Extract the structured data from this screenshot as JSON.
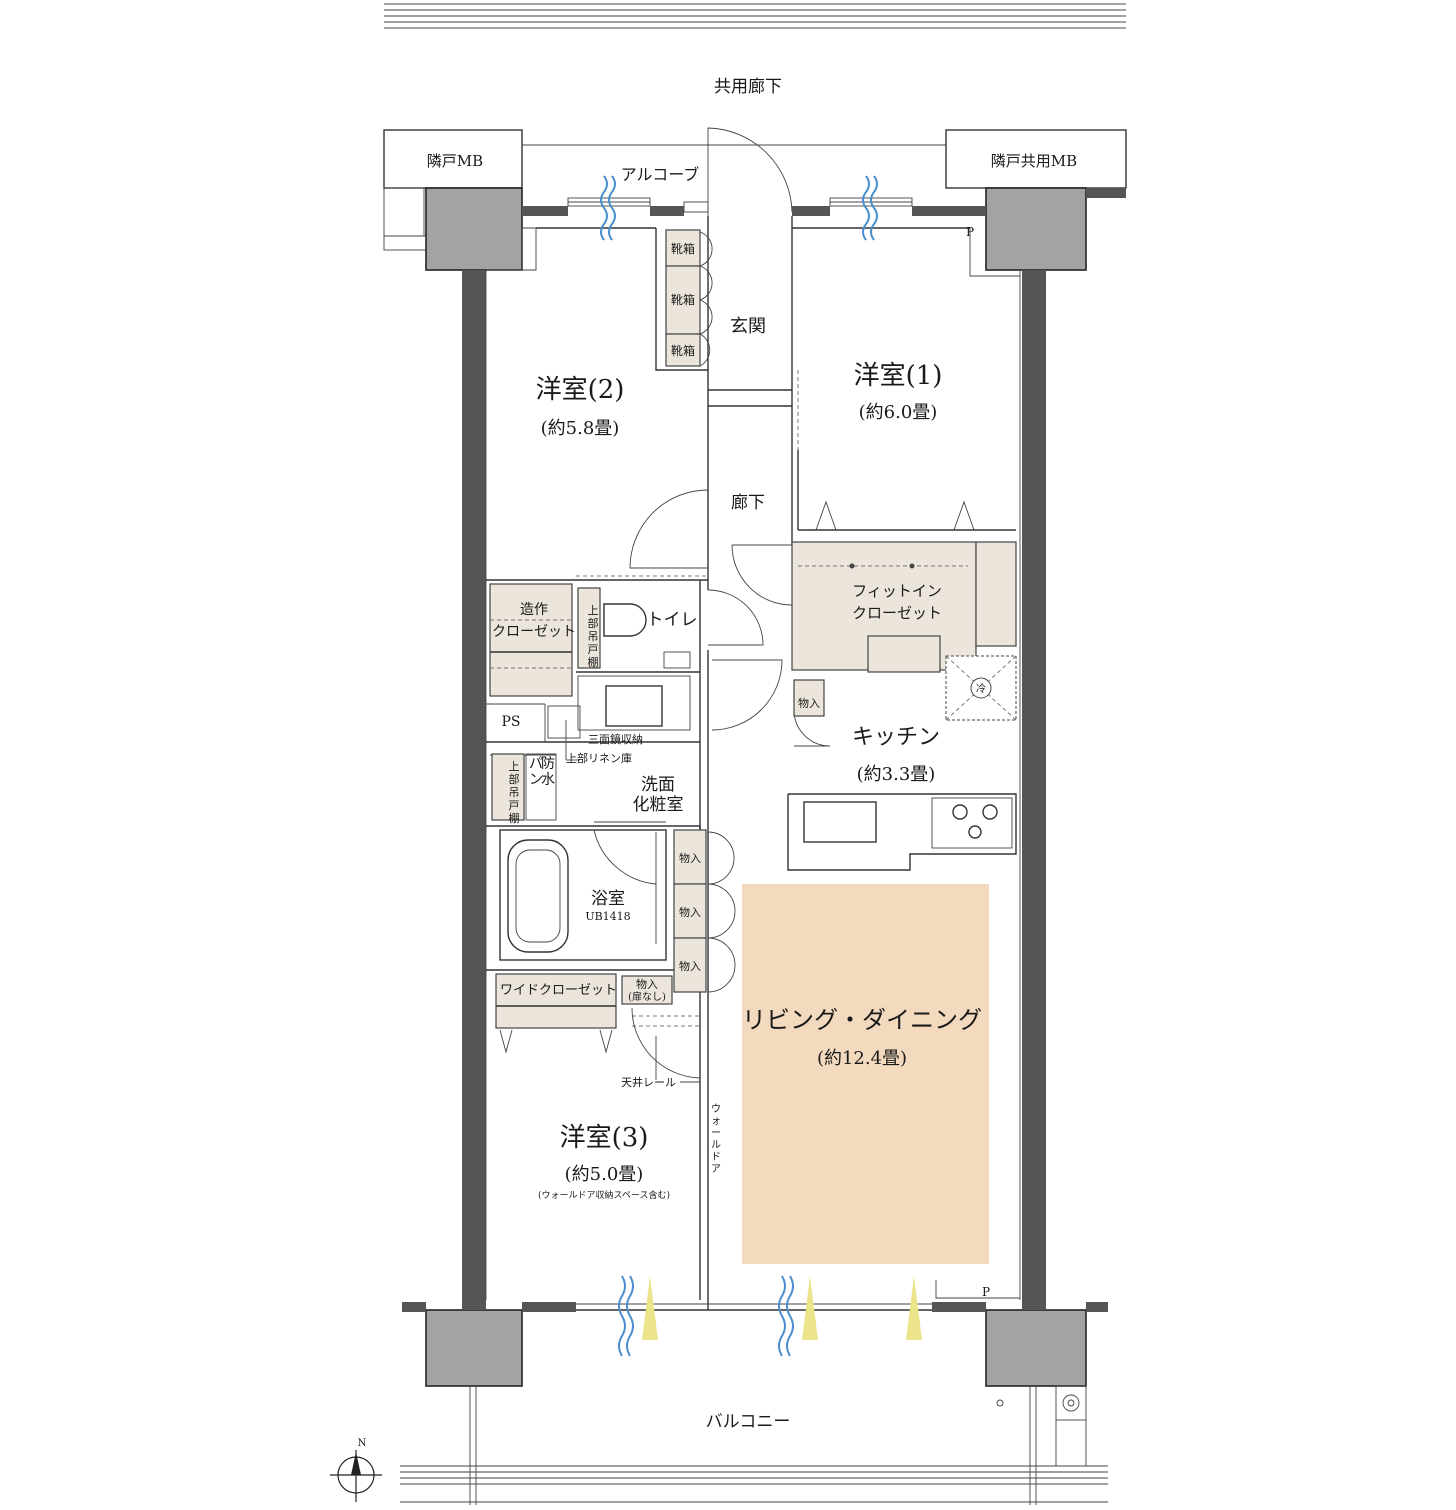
{
  "plan": {
    "corridor": "共用廊下",
    "alcove": "アルコーブ",
    "mb_left": "隣戸MB",
    "mb_right": "隣戸共用MB",
    "entrance": "玄関",
    "hallway": "廊下",
    "balcony": "バルコニー",
    "pipe_space": "PS",
    "pipe_mark": "P",
    "north": "N",
    "shoe_box": "靴箱",
    "storage": "物入",
    "fridge": "冷",
    "colors": {
      "ldk_highlight": "#f3d9bd",
      "fixture_fill": "#ebe5dc",
      "wind": "#4a8ecf",
      "sunlight": "#ebe48a"
    },
    "rooms": {
      "room2": {
        "name": "洋室(2)",
        "area": "(約5.8畳)"
      },
      "room1": {
        "name": "洋室(1)",
        "area": "(約6.0畳)"
      },
      "room3": {
        "name": "洋室(3)",
        "area": "(約5.0畳)",
        "note": "(ウォールドア収納スペース含む)"
      },
      "kitchen": {
        "name": "キッチン",
        "area": "(約3.3畳)"
      },
      "ldk": {
        "name": "リビング・ダイニング",
        "area": "(約12.4畳)"
      },
      "toilet": "トイレ",
      "washroom": "洗面 化粧室",
      "bath": "浴室",
      "bath_unit": "UB1418"
    },
    "fixtures": {
      "fit_in_closet": "フィットイン クローゼット",
      "custom_closet": "造作 クローゼット",
      "upper_cabinet": "上部吊戸棚",
      "triple_mirror": "三面鏡収納",
      "linen": "上部リネン庫",
      "waterproof_pan": "防水パン",
      "wide_closet": "ワイドクローゼット",
      "storage_no_door": "物入 (扉なし)",
      "ceiling_rail": "天井レール",
      "wall_door": "ウォールドア"
    }
  }
}
